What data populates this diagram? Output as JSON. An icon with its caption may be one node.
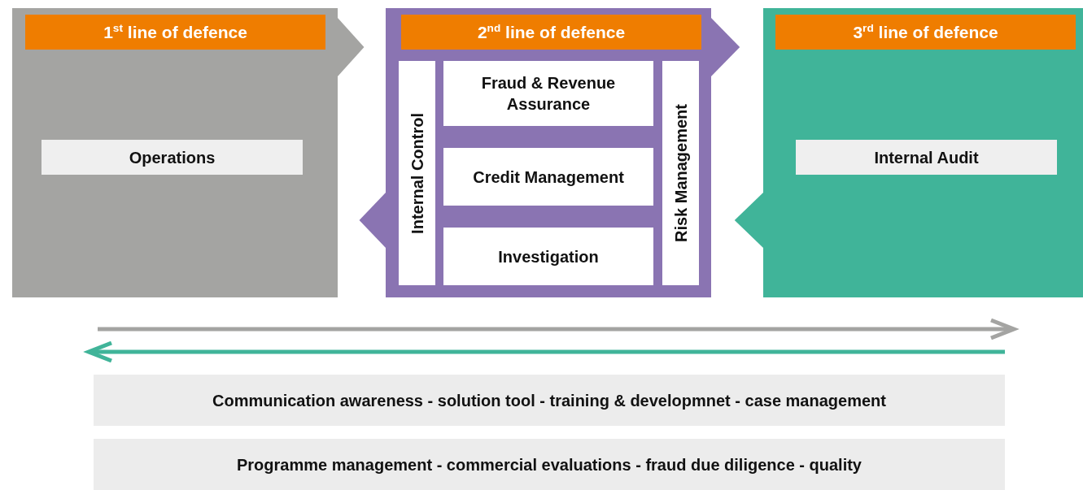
{
  "diagram": {
    "nodes": [
      {
        "text": [
          "1$^{st}$ line of defence"
        ]
      },
      {
        "text": [
          "Operations"
        ],
        "in": 0
      },
      {
        "text": [
          "2$^{nd}$ line of defence"
        ]
      },
      {
        "text": [
          "Internal Control"
        ],
        "in": 2
      },
      {
        "text": [
          "Fraud & Revenue Assurance"
        ],
        "in": 2
      },
      {
        "text": [
          "Credit Management"
        ],
        "in": 2
      },
      {
        "text": [
          "Investigation"
        ],
        "in": 2
      },
      {
        "text": [
          "Risk Management"
        ],
        "in": 2
      },
      {
        "text": [
          "3$^{rd}$ line of defence"
        ]
      },
      {
        "text": [
          "Internal Audit"
        ],
        "in": 8
      },
      {
        "text": [
          "Communication awareness - solution tool - training & developmnet - case management"
        ]
      },
      {
        "text": [
          "Programme management - commercial evaluations - fraud due diligence - quality"
        ]
      }
    ],
    "edges": [
      {
        "from": 0,
        "to": 2,
        "arrow": "to"
      },
      {
        "from": 2,
        "to": 8,
        "arrow": "to"
      },
      {
        "from": 2,
        "to": 0,
        "arrow": "to"
      },
      {
        "from": 8,
        "to": 2,
        "arrow": "to"
      }
    ]
  }
}
